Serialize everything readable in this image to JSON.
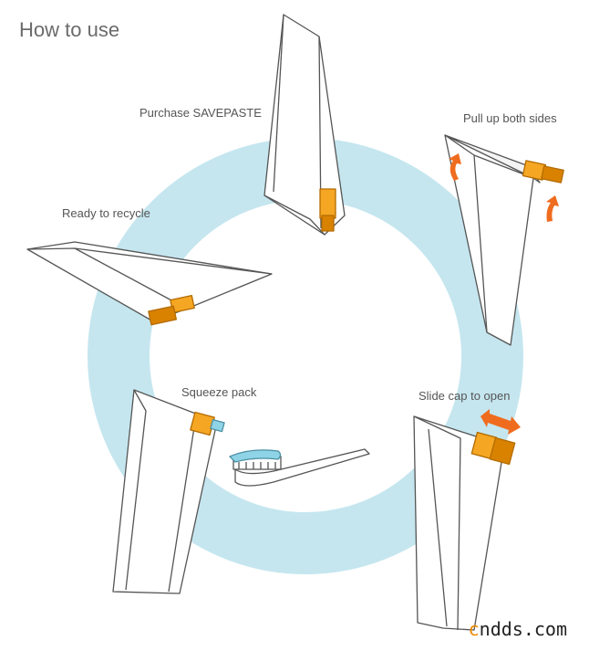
{
  "title": "How to use",
  "steps": {
    "purchase": "Purchase SAVEPASTE",
    "pull": "Pull up both sides",
    "slide": "Slide cap to open",
    "squeeze": "Squeeze pack",
    "recycle": "Ready to recycle"
  },
  "watermark": {
    "mark": "c",
    "text": "ndds.com"
  },
  "colors": {
    "ring": "#c5e6ef",
    "cap": "#f5a623",
    "cap_dark": "#d98200",
    "arrow": "#ef6c1f",
    "outline": "#555555",
    "paste": "#8fd3e6"
  }
}
